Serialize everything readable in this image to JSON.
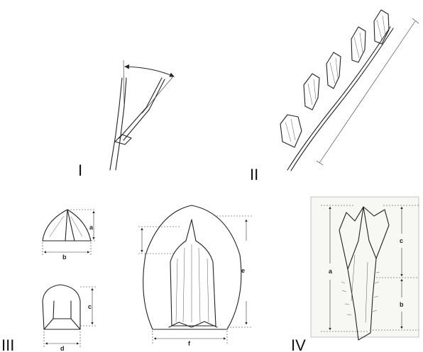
{
  "panels": {
    "p1": {
      "label": "I"
    },
    "p2": {
      "label": "II"
    },
    "p3": {
      "label": "III",
      "measures": [
        "a",
        "b",
        "c",
        "d",
        "e",
        "f"
      ]
    },
    "p4": {
      "label": "IV",
      "measures": [
        "a",
        "b",
        "c"
      ]
    }
  }
}
